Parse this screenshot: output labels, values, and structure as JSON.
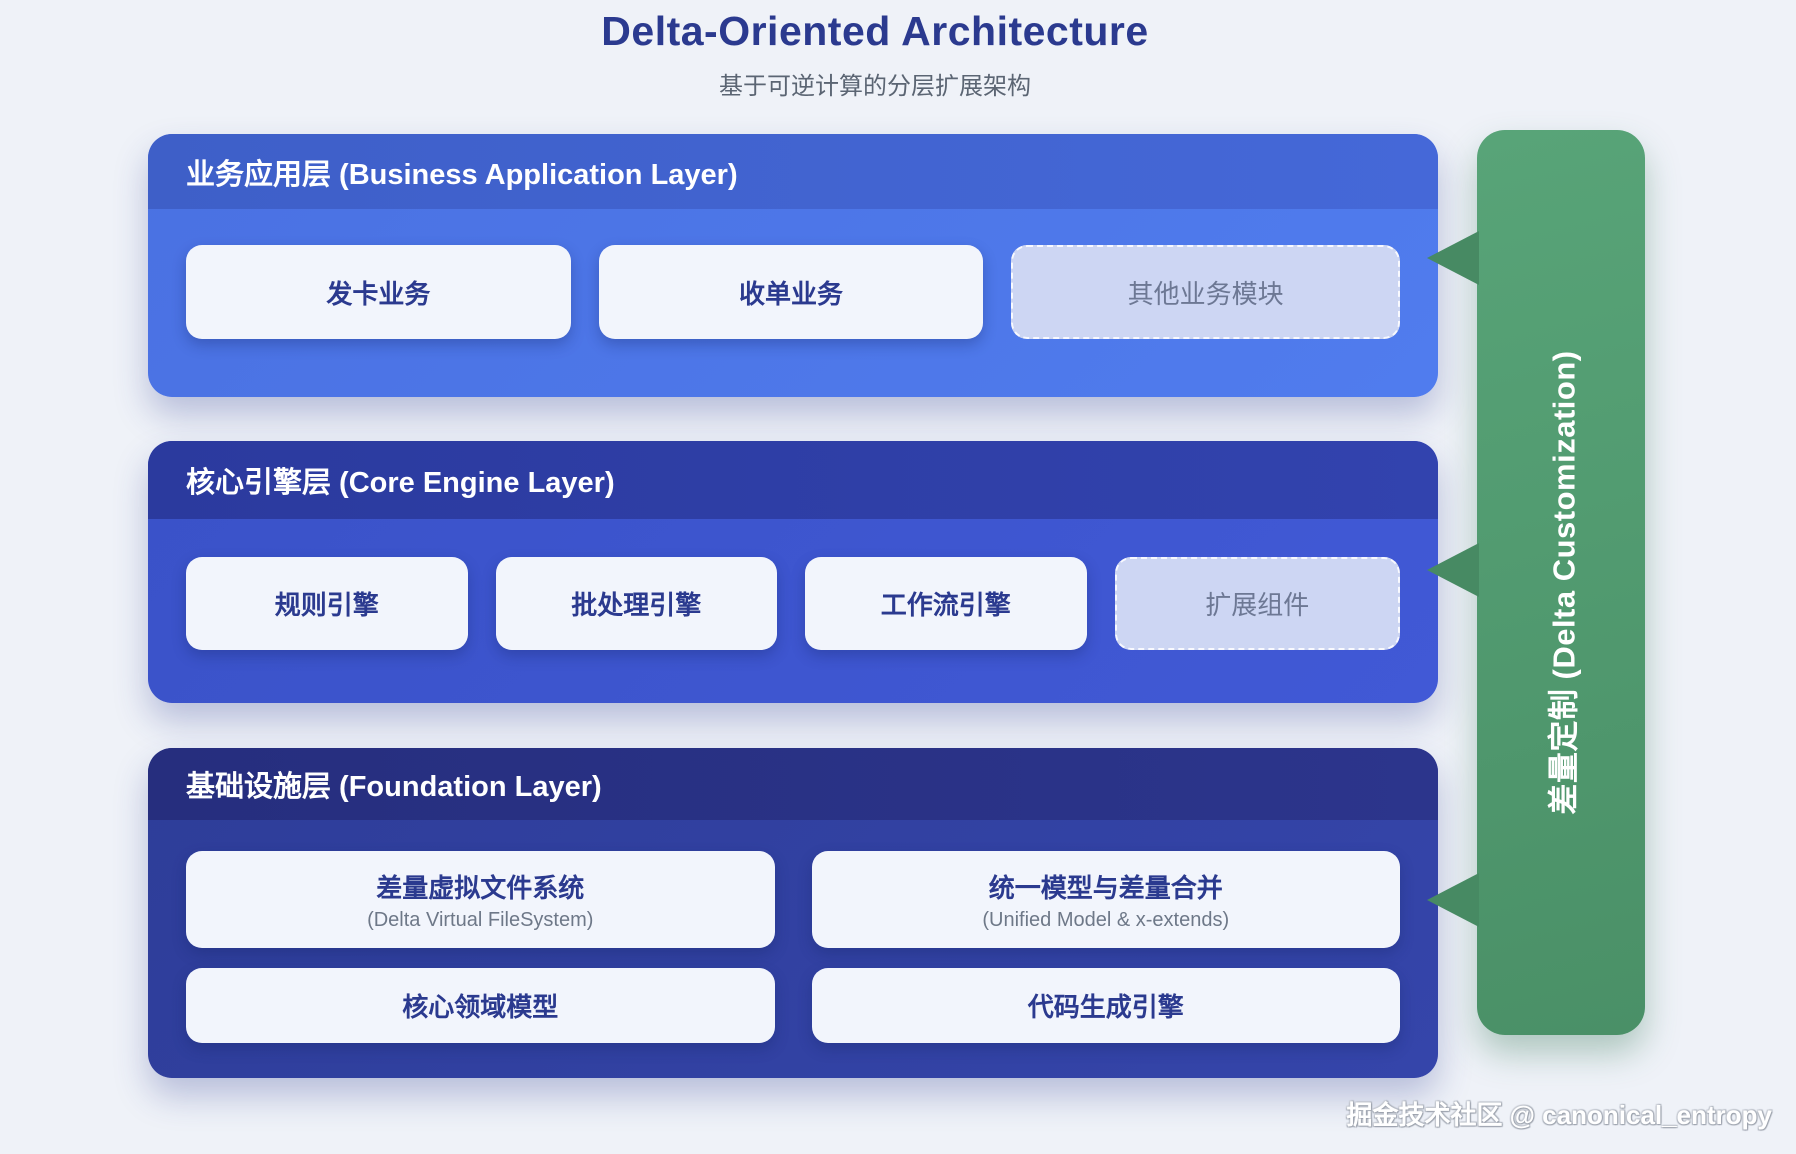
{
  "page": {
    "title": "Delta-Oriented Architecture",
    "subtitle": "基于可逆计算的分层扩展架构",
    "watermark": "掘金技术社区 @ canonical_entropy"
  },
  "layers": [
    {
      "id": "business",
      "header": "业务应用层 (Business Application Layer)",
      "boxes": [
        {
          "label": "发卡业务",
          "dashed": false
        },
        {
          "label": "收单业务",
          "dashed": false
        },
        {
          "label": "其他业务模块",
          "dashed": true
        }
      ]
    },
    {
      "id": "core-engine",
      "header": "核心引擎层 (Core Engine Layer)",
      "boxes": [
        {
          "label": "规则引擎",
          "dashed": false
        },
        {
          "label": "批处理引擎",
          "dashed": false
        },
        {
          "label": "工作流引擎",
          "dashed": false
        },
        {
          "label": "扩展组件",
          "dashed": true
        }
      ]
    },
    {
      "id": "foundation",
      "header": "基础设施层 (Foundation Layer)",
      "boxes": [
        {
          "label": "差量虚拟文件系统",
          "sublabel": "(Delta Virtual FileSystem)"
        },
        {
          "label": "统一模型与差量合并",
          "sublabel": "(Unified Model & x-extends)"
        },
        {
          "label": "核心领域模型"
        },
        {
          "label": "代码生成引擎"
        }
      ]
    }
  ],
  "delta_bar": {
    "label": "差量定制 (Delta Customization)"
  },
  "colors": {
    "title_navy": "#2b3a8f",
    "subtitle_gray": "#5b6573",
    "business_header": "#3f60c9",
    "business_body": "#4a72e4",
    "core_header": "#2c3b9f",
    "core_body": "#3b53c9",
    "foundation_header": "#272f80",
    "foundation_body": "#2f3e9a",
    "node_bg": "#f2f5fc",
    "node_text": "#2b3a8f",
    "node_dashed_bg": "#cdd6f3",
    "node_dashed_text": "#6d7894",
    "delta_green": "#519c71",
    "arrow_green": "#478a63",
    "page_bg": "#eff2f8"
  }
}
